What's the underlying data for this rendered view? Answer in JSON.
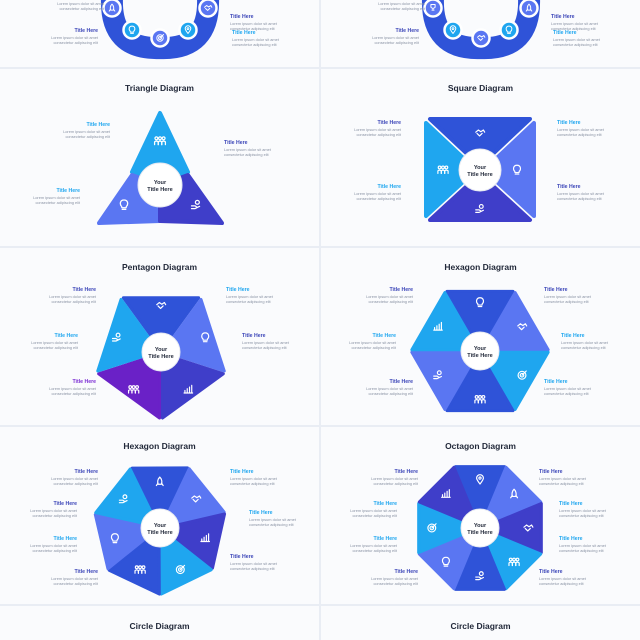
{
  "colors": {
    "c1": "#2f53d8",
    "c2": "#1fa6ef",
    "c3": "#5a76f2",
    "c4": "#3f3ec9",
    "c5": "#6a21c7",
    "heading_dark": "#3b45b8",
    "heading_light": "#1ea6ef",
    "heading_purple": "#7a2bd3"
  },
  "label_text": {
    "title": "Title Here",
    "body": "Lorem ipsum dolor sit amet consectetur adipiscing elit"
  },
  "center": {
    "line1": "Your",
    "line2": "Title Here"
  },
  "panels": [
    {
      "id": "top-left",
      "title": "",
      "kind": "chain",
      "labels": [
        {
          "side": "l",
          "color": "heading_light"
        },
        {
          "side": "r",
          "color": "heading_dark"
        },
        {
          "side": "l",
          "color": "heading_dark"
        },
        {
          "side": "r",
          "color": "heading_light"
        }
      ],
      "icons": [
        "rocket-icon",
        "lightbulb-icon",
        "target-icon",
        "location-icon",
        "handshake-icon"
      ]
    },
    {
      "id": "top-right",
      "title": "",
      "kind": "chain",
      "labels": [
        {
          "side": "l",
          "color": "heading_light"
        },
        {
          "side": "r",
          "color": "heading_dark"
        },
        {
          "side": "l",
          "color": "heading_dark"
        },
        {
          "side": "r",
          "color": "heading_light"
        }
      ],
      "icons": [
        "trophy-icon",
        "location-icon",
        "handshake-icon",
        "lightbulb-icon",
        "rocket-icon"
      ]
    },
    {
      "id": "triangle",
      "title": "Triangle Diagram",
      "kind": "triangle",
      "labels": [
        {
          "side": "l",
          "color": "heading_light"
        },
        {
          "side": "r",
          "color": "heading_dark"
        },
        {
          "side": "l",
          "color": "heading_light"
        }
      ],
      "icons": [
        "people-icon",
        "lightbulb-icon",
        "money-hand-icon"
      ]
    },
    {
      "id": "square",
      "title": "Square Diagram",
      "kind": "square",
      "labels": [
        {
          "side": "l",
          "color": "heading_dark"
        },
        {
          "side": "r",
          "color": "heading_light"
        },
        {
          "side": "l",
          "color": "heading_light"
        },
        {
          "side": "r",
          "color": "heading_dark"
        }
      ],
      "icons": [
        "handshake-icon",
        "lightbulb-icon",
        "money-hand-icon",
        "people-icon"
      ]
    },
    {
      "id": "pentagon",
      "title": "Pentagon Diagram",
      "kind": "poly5",
      "labels": [
        {
          "side": "l",
          "color": "heading_dark"
        },
        {
          "side": "r",
          "color": "heading_light"
        },
        {
          "side": "l",
          "color": "heading_light"
        },
        {
          "side": "r",
          "color": "heading_dark"
        },
        {
          "side": "l",
          "color": "heading_purple"
        }
      ],
      "icons": [
        "handshake-icon",
        "lightbulb-icon",
        "chart-icon",
        "people-icon",
        "money-hand-icon"
      ]
    },
    {
      "id": "hexagon-a",
      "title": "Hexagon Diagram",
      "kind": "poly6",
      "labels": [
        {
          "side": "l",
          "color": "heading_dark"
        },
        {
          "side": "r",
          "color": "heading_dark"
        },
        {
          "side": "l",
          "color": "heading_light"
        },
        {
          "side": "r",
          "color": "heading_light"
        },
        {
          "side": "l",
          "color": "heading_dark"
        },
        {
          "side": "r",
          "color": "heading_light"
        }
      ],
      "icons": [
        "lightbulb-icon",
        "handshake-icon",
        "target-icon",
        "people-icon",
        "money-hand-icon",
        "chart-icon"
      ]
    },
    {
      "id": "hexagon-b",
      "title": "Hexagon Diagram",
      "kind": "poly7",
      "labels": [
        {
          "side": "l",
          "color": "heading_dark"
        },
        {
          "side": "r",
          "color": "heading_light"
        },
        {
          "side": "l",
          "color": "heading_dark"
        },
        {
          "side": "r",
          "color": "heading_light"
        },
        {
          "side": "l",
          "color": "heading_light"
        },
        {
          "side": "r",
          "color": "heading_dark"
        },
        {
          "side": "l",
          "color": "heading_dark"
        }
      ],
      "icons": [
        "rocket-icon",
        "handshake-icon",
        "chart-icon",
        "target-icon",
        "people-icon",
        "lightbulb-icon",
        "money-hand-icon"
      ]
    },
    {
      "id": "octagon",
      "title": "Octagon Diagram",
      "kind": "poly8",
      "labels": [
        {
          "side": "l",
          "color": "heading_dark"
        },
        {
          "side": "r",
          "color": "heading_dark"
        },
        {
          "side": "l",
          "color": "heading_light"
        },
        {
          "side": "r",
          "color": "heading_light"
        },
        {
          "side": "l",
          "color": "heading_light"
        },
        {
          "side": "r",
          "color": "heading_light"
        },
        {
          "side": "l",
          "color": "heading_dark"
        },
        {
          "side": "r",
          "color": "heading_dark"
        }
      ],
      "icons": [
        "location-icon",
        "rocket-icon",
        "handshake-icon",
        "people-icon",
        "money-hand-icon",
        "lightbulb-icon",
        "target-icon",
        "chart-icon"
      ]
    },
    {
      "id": "circle-a",
      "title": "Circle Diagram",
      "kind": "none",
      "labels": [],
      "icons": []
    },
    {
      "id": "circle-b",
      "title": "Circle Diagram",
      "kind": "none",
      "labels": [],
      "icons": []
    }
  ]
}
